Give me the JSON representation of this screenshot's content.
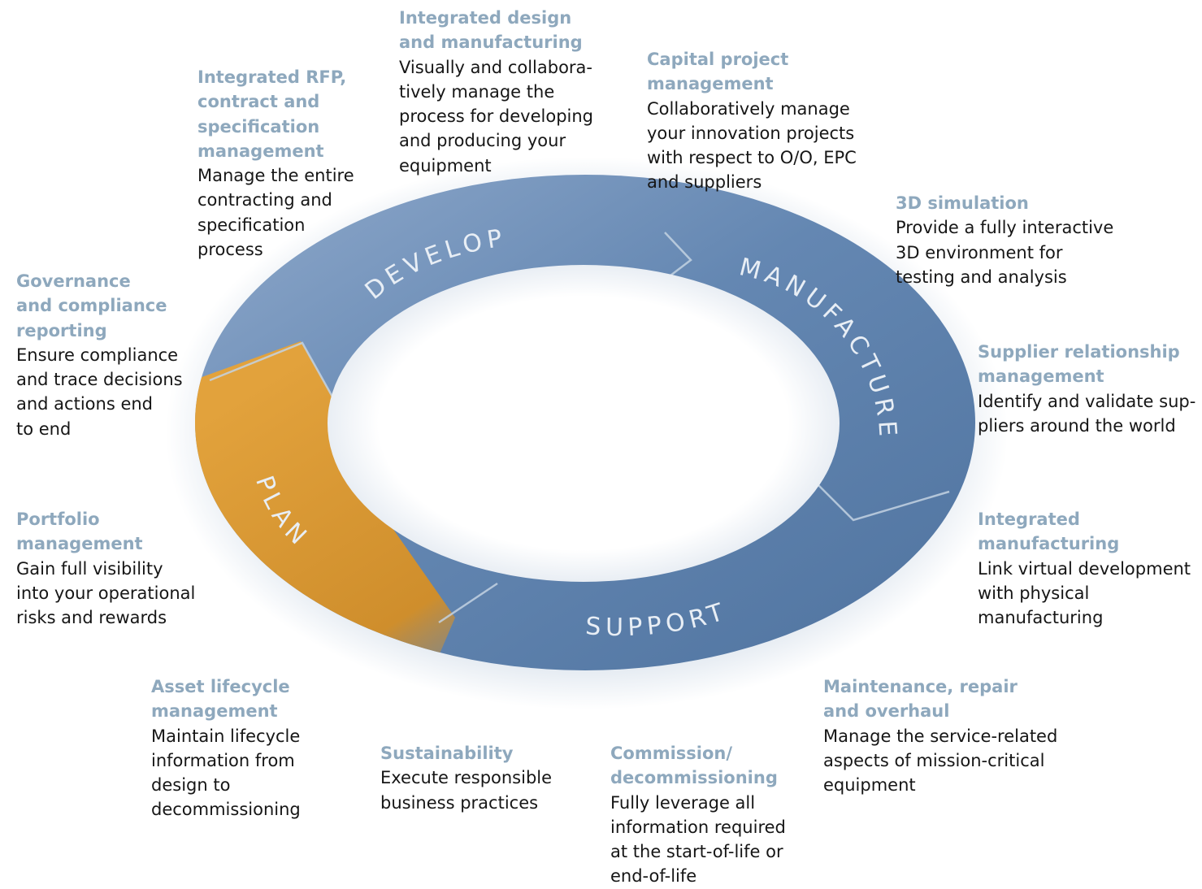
{
  "ring": {
    "colors": {
      "blue": "#6487b2",
      "blue_light": "#8fa9cb",
      "blue_dark": "#4f739f",
      "plan": "#e2a23c",
      "plan_dark": "#cf8e2c",
      "halo": "#b7c8db",
      "text": "#e8eef5"
    },
    "segments": [
      {
        "key": "develop",
        "label": "DEVELOP"
      },
      {
        "key": "manufacture",
        "label": "MANUFACTURE"
      },
      {
        "key": "support",
        "label": "SUPPORT"
      },
      {
        "key": "plan",
        "label": "PLAN"
      }
    ]
  },
  "callouts": [
    {
      "key": "integrated-rfp",
      "title": "Integrated RFP,\ncontract and\nspecification\nmanagement",
      "text": "Manage the entire\ncontracting and\nspecification\nprocess"
    },
    {
      "key": "integrated-design",
      "title": "Integrated design\nand manufacturing",
      "text": "Visually and collabora-\ntively manage the\nprocess for developing\nand producing your\nequipment"
    },
    {
      "key": "capital-project",
      "title": "Capital project\nmanagement",
      "text": "Collaboratively manage\nyour innovation projects\nwith respect to O/O, EPC\nand suppliers"
    },
    {
      "key": "3d-simulation",
      "title": "3D simulation",
      "text": "Provide a fully interactive\n3D environment for\ntesting and analysis"
    },
    {
      "key": "governance",
      "title": "Governance\nand compliance\nreporting",
      "text": "Ensure compliance\nand trace decisions\nand actions end\nto end"
    },
    {
      "key": "supplier-relationship",
      "title": "Supplier relationship\nmanagement",
      "text": "Identify and validate sup-\npliers around the world"
    },
    {
      "key": "portfolio",
      "title": "Portfolio\nmanagement",
      "text": "Gain full visibility\ninto your operational\nrisks and rewards"
    },
    {
      "key": "integrated-manufacturing",
      "title": "Integrated\nmanufacturing",
      "text": "Link virtual development\nwith physical\nmanufacturing"
    },
    {
      "key": "asset-lifecycle",
      "title": "Asset lifecycle\nmanagement",
      "text": "Maintain lifecycle\ninformation from\ndesign to\ndecommissioning"
    },
    {
      "key": "maintenance",
      "title": "Maintenance, repair\nand overhaul",
      "text": "Manage the service-related\naspects of mission-critical\nequipment"
    },
    {
      "key": "sustainability",
      "title": "Sustainability",
      "text": "Execute responsible\nbusiness practices"
    },
    {
      "key": "commission",
      "title": "Commission/\ndecommissioning",
      "text": "Fully leverage all\ninformation required\nat the start-of-life or\nend-of-life"
    }
  ]
}
